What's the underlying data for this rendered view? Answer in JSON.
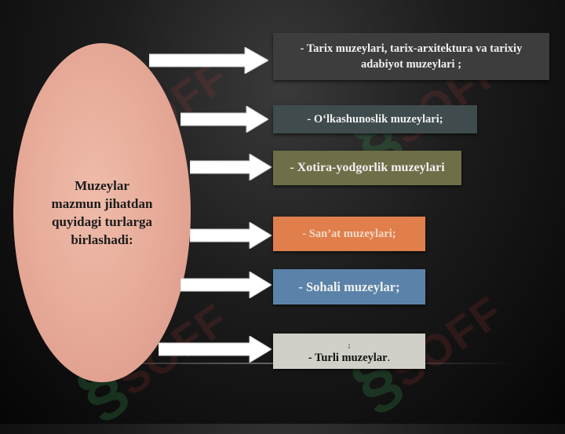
{
  "slide": {
    "central_text": "Muzeylar mazmun jihatdan quyidagi turlarga birlashadi:",
    "items": [
      {
        "text": "- Tarix muzeylari, tarix-arxitektura va tarixiy adabiyot muzeylari ;",
        "color": "#3d3d3d"
      },
      {
        "text": "- O‘lkashunoslik muzeylari;",
        "color": "#3f4b4c"
      },
      {
        "text": "- Xotira-yodgorlik muzeylari",
        "color": "#6e6e48"
      },
      {
        "text": "- San’at muzeylari;",
        "color": "#e07f4c"
      },
      {
        "text": "- Sohali muzeylar;",
        "color": "#5b83a9"
      },
      {
        "dot": ";",
        "text": "- Turli muzeylar",
        "suffix": "."
      }
    ],
    "ellipse_color": "#e6a896",
    "arrow_color": "#ffffff",
    "watermark_text": "SOFF",
    "watermark_color": "#3c8a52"
  }
}
